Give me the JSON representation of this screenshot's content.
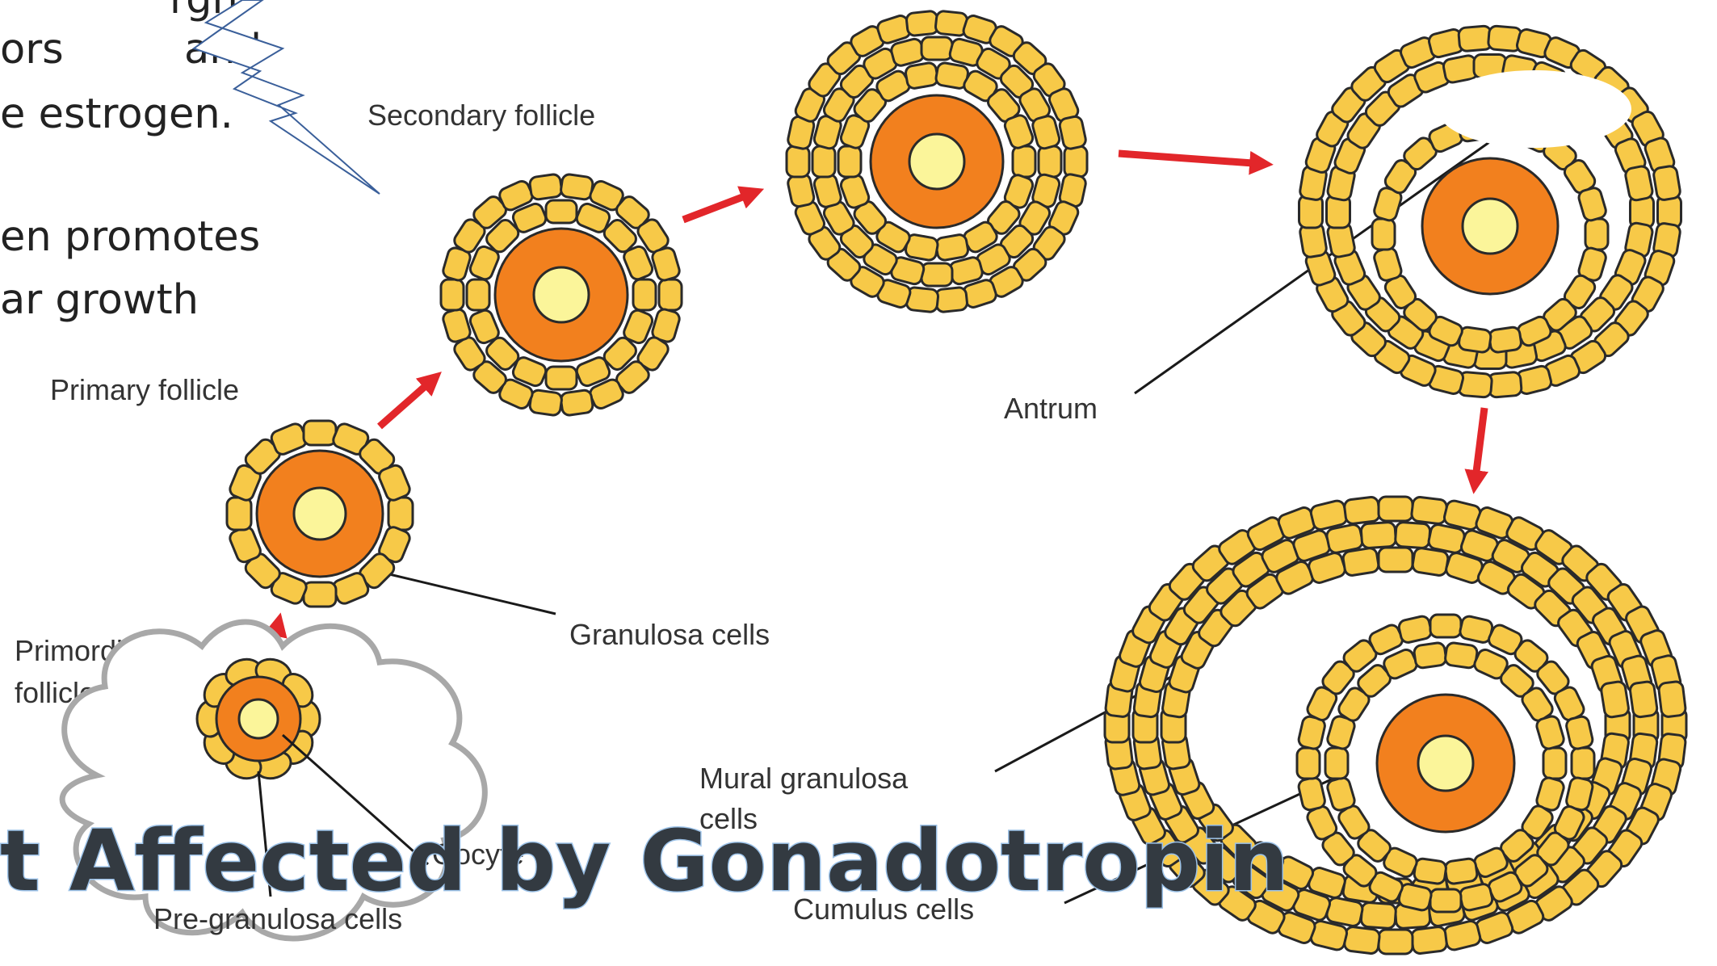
{
  "slide_text": {
    "line1": "rgh",
    "line2": "ors",
    "line2b": "and",
    "line3": "e estrogen.",
    "line4": "en  promotes",
    "line5": "ar growth"
  },
  "labels": {
    "secondary": "Secondary follicle",
    "primary": "Primary follicle",
    "primordial_1": "Primordial",
    "primordial_2": "follicle",
    "granulosa": "Granulosa cells",
    "antrum": "Antrum",
    "mural_1": "Mural granulosa",
    "mural_2": "cells",
    "cumulus": "Cumulus cells",
    "pregranulosa": "Pre-granulosa cells",
    "oocyte": "Oocyte"
  },
  "headline": "t Affected by Gonadotropin",
  "colors": {
    "cell_fill": "#f7c948",
    "cell_stroke": "#2a2a2a",
    "zona": "#f2801e",
    "oocyte": "#fbf59a",
    "arrow": "#e2262a",
    "lightning_stroke": "#3a5f9a",
    "cloud_stroke": "#a8a8a8"
  },
  "icons": [
    "lightning-bolt-shape",
    "thought-cloud-shape",
    "red-arrow"
  ]
}
